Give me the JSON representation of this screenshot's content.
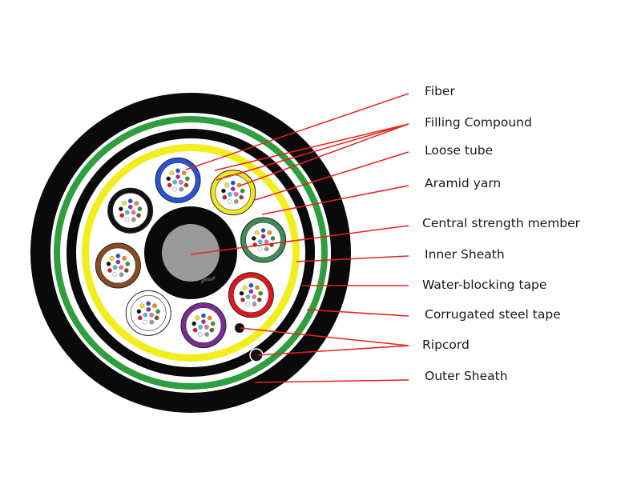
{
  "labels": {
    "fiber": "Fiber",
    "filling_compound": "Filling Compound",
    "loose_tube": "Loose tube",
    "aramid_yarn": "Aramid yarn",
    "central_strength_member": "Central strength member",
    "inner_sheath": "Inner Sheath",
    "water_blocking_tape": "Water-blocking tape",
    "corrugated_steel_tape": "Corrugated steel tape",
    "ripcord": "Ripcord",
    "outer_sheath": "Outer Sheath"
  },
  "colors": {
    "outer_sheath": "#0a0a0a",
    "green_tape": "#2e9e3e",
    "yellow_layer": "#f2ee1c",
    "leader_line": "#e8221f",
    "central_member": "#9a9a9a"
  },
  "loose_tubes": [
    {
      "color": "#2855d6"
    },
    {
      "color": "#f0e81e"
    },
    {
      "color": "#3d8f55"
    },
    {
      "color": "#e3161b"
    },
    {
      "color": "#7b2b98"
    },
    {
      "color": "#ffffff"
    },
    {
      "color": "#8a4a22"
    },
    {
      "color": "#111111"
    }
  ],
  "fiber_colors": [
    "#1f4fd8",
    "#f08a18",
    "#2aa02a",
    "#8a4a22",
    "#9a9a9a",
    "#ffffff",
    "#e3161b",
    "#111111",
    "#f0e81e",
    "#9b2ea8",
    "#f06aa8",
    "#3fc7d6"
  ]
}
